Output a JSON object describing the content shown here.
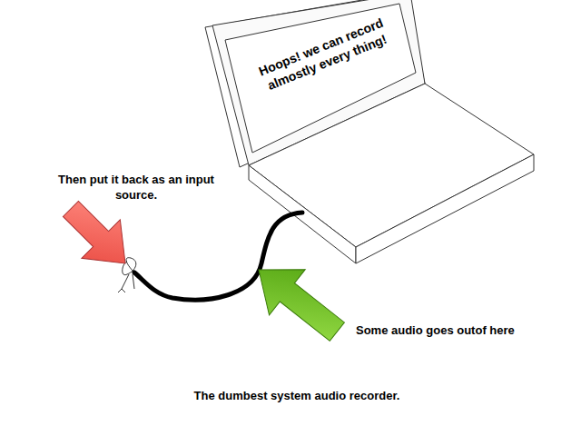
{
  "diagram": {
    "caption": "The dumbest system audio recorder.",
    "labels": [
      "Hoops! we can record almostly every thing!",
      "Then put it back as an input source.",
      "Some audio goes outof here"
    ]
  }
}
